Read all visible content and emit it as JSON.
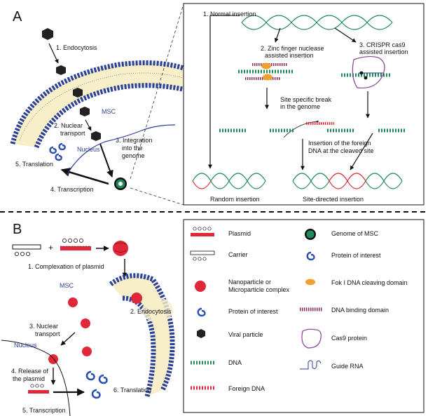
{
  "panelA": {
    "letter": "A",
    "left": {
      "endocytosis": "1. Endocytosis",
      "msc": "MSC",
      "nuclear_transport_1": "2. Nuclear",
      "nuclear_transport_2": "transport",
      "integration_1": "3. Integration",
      "integration_2": "into the",
      "integration_3": "genome",
      "nucleus": "Nucleus",
      "translation": "5. Translation",
      "transcription": "4. Transcription"
    },
    "inset": {
      "normal": "1. Normal insertion",
      "zinc_1": "2. Zinc finger nuclease",
      "zinc_2": "assisted insertion",
      "crispr_1": "3. CRISPR cas9",
      "crispr_2": "assisted insertion",
      "break_1": "Site specific break",
      "break_2": "in the genome",
      "foreign_1": "Insertion of the foreign",
      "foreign_2": "DNA at the cleaved site",
      "random": "Random insertion",
      "directed": "Site-directed insertion"
    }
  },
  "panelB": {
    "letter": "B",
    "left": {
      "plus": "+",
      "complexation": "1. Complexation of plasmid",
      "msc": "MSC",
      "endocytosis": "2. Endocytosis",
      "nuclear_1": "3. Nuclear",
      "nuclear_2": "transport",
      "nucleus": "Nucleus",
      "release_1": "4. Release of",
      "release_2": "the plasmid",
      "translation": "6. Translation",
      "transcription": "5. Transcription"
    },
    "legend": {
      "plasmid": "Plasmid",
      "carrier": "Carrier",
      "nano_1": "Nanoparticle or",
      "nano_2": "Microparticle complex",
      "protein_left": "Protein of interest",
      "viral": "Viral particle",
      "dna": "DNA",
      "foreign_dna": "Foreign DNA",
      "genome": "Genome of MSC",
      "protein_right": "Protein of interest",
      "foki": "Fok I DNA cleaving domain",
      "binding": "DNA binding domain",
      "cas9": "Cas9 protein",
      "guide": "Guide RNA"
    }
  },
  "colors": {
    "membrane_blue": "#2a3f9a",
    "membrane_cream": "#f6efc9",
    "dna_green": "#1f8a5a",
    "foreign_red": "#e0283a",
    "protein_blue": "#2b4fb0",
    "orange": "#f0a030",
    "purple": "#8a3f9a"
  }
}
